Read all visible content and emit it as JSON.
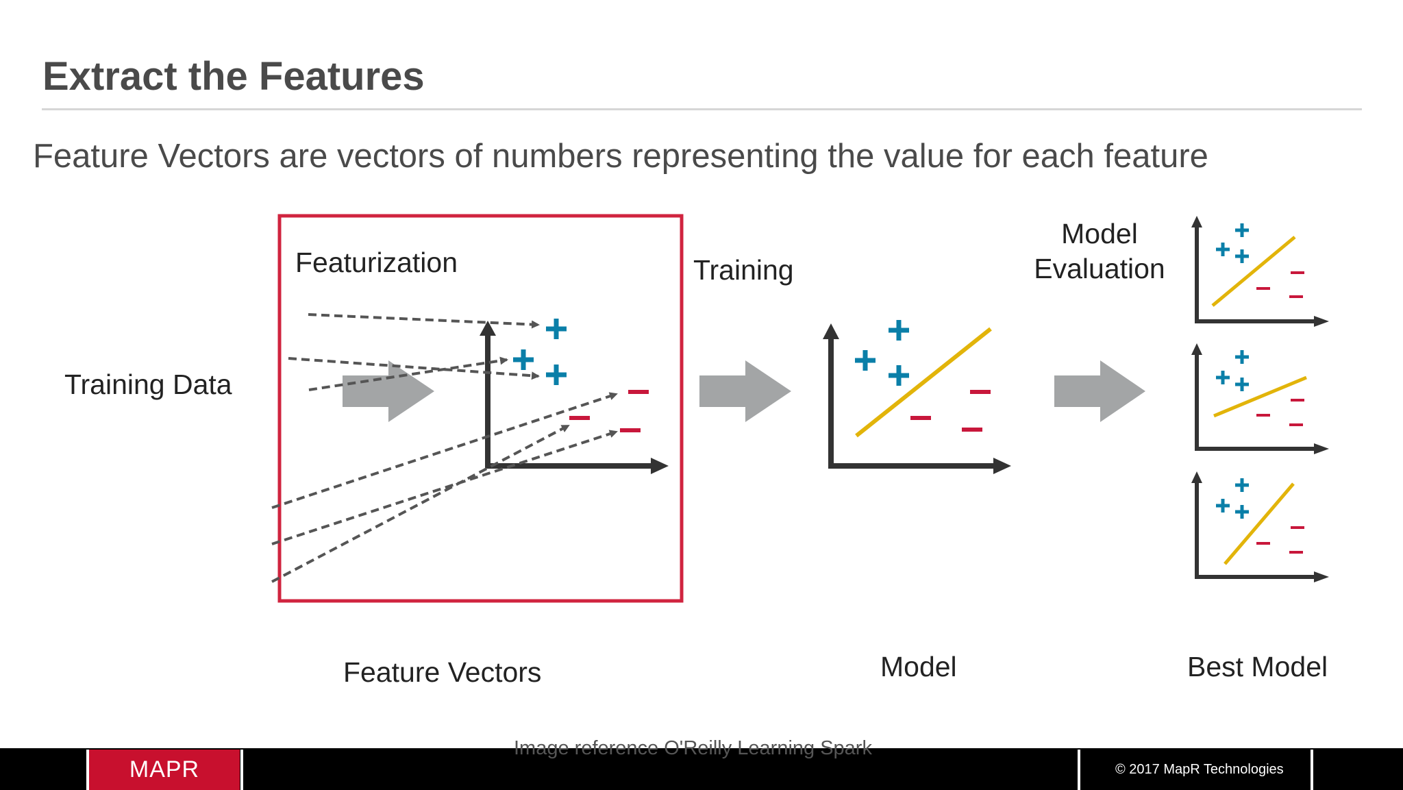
{
  "slide": {
    "title": "Extract the Features",
    "subtitle": "Feature Vectors are vectors of numbers representing the value for each feature"
  },
  "diagram": {
    "training_data": "Training Data",
    "featurization": "Featurization",
    "feature_vectors": "Feature Vectors",
    "training": "Training",
    "model": "Model",
    "model_evaluation_line1": "Model",
    "model_evaluation_line2": "Evaluation",
    "best_model": "Best Model",
    "plus_glyph": "+",
    "minus_glyph": "–"
  },
  "colors": {
    "highlight_box": "#d0243f",
    "plus": "#0a7fa8",
    "minus": "#c8173b",
    "fit_line": "#e2b40a",
    "axis": "#333333",
    "arrow": "#a3a5a6",
    "dashed": "#555555"
  },
  "footer": {
    "logo": "MAPR",
    "reference": "Image reference O'Reilly Learning Spark",
    "copyright": "© 2017 MapR Technologies"
  }
}
